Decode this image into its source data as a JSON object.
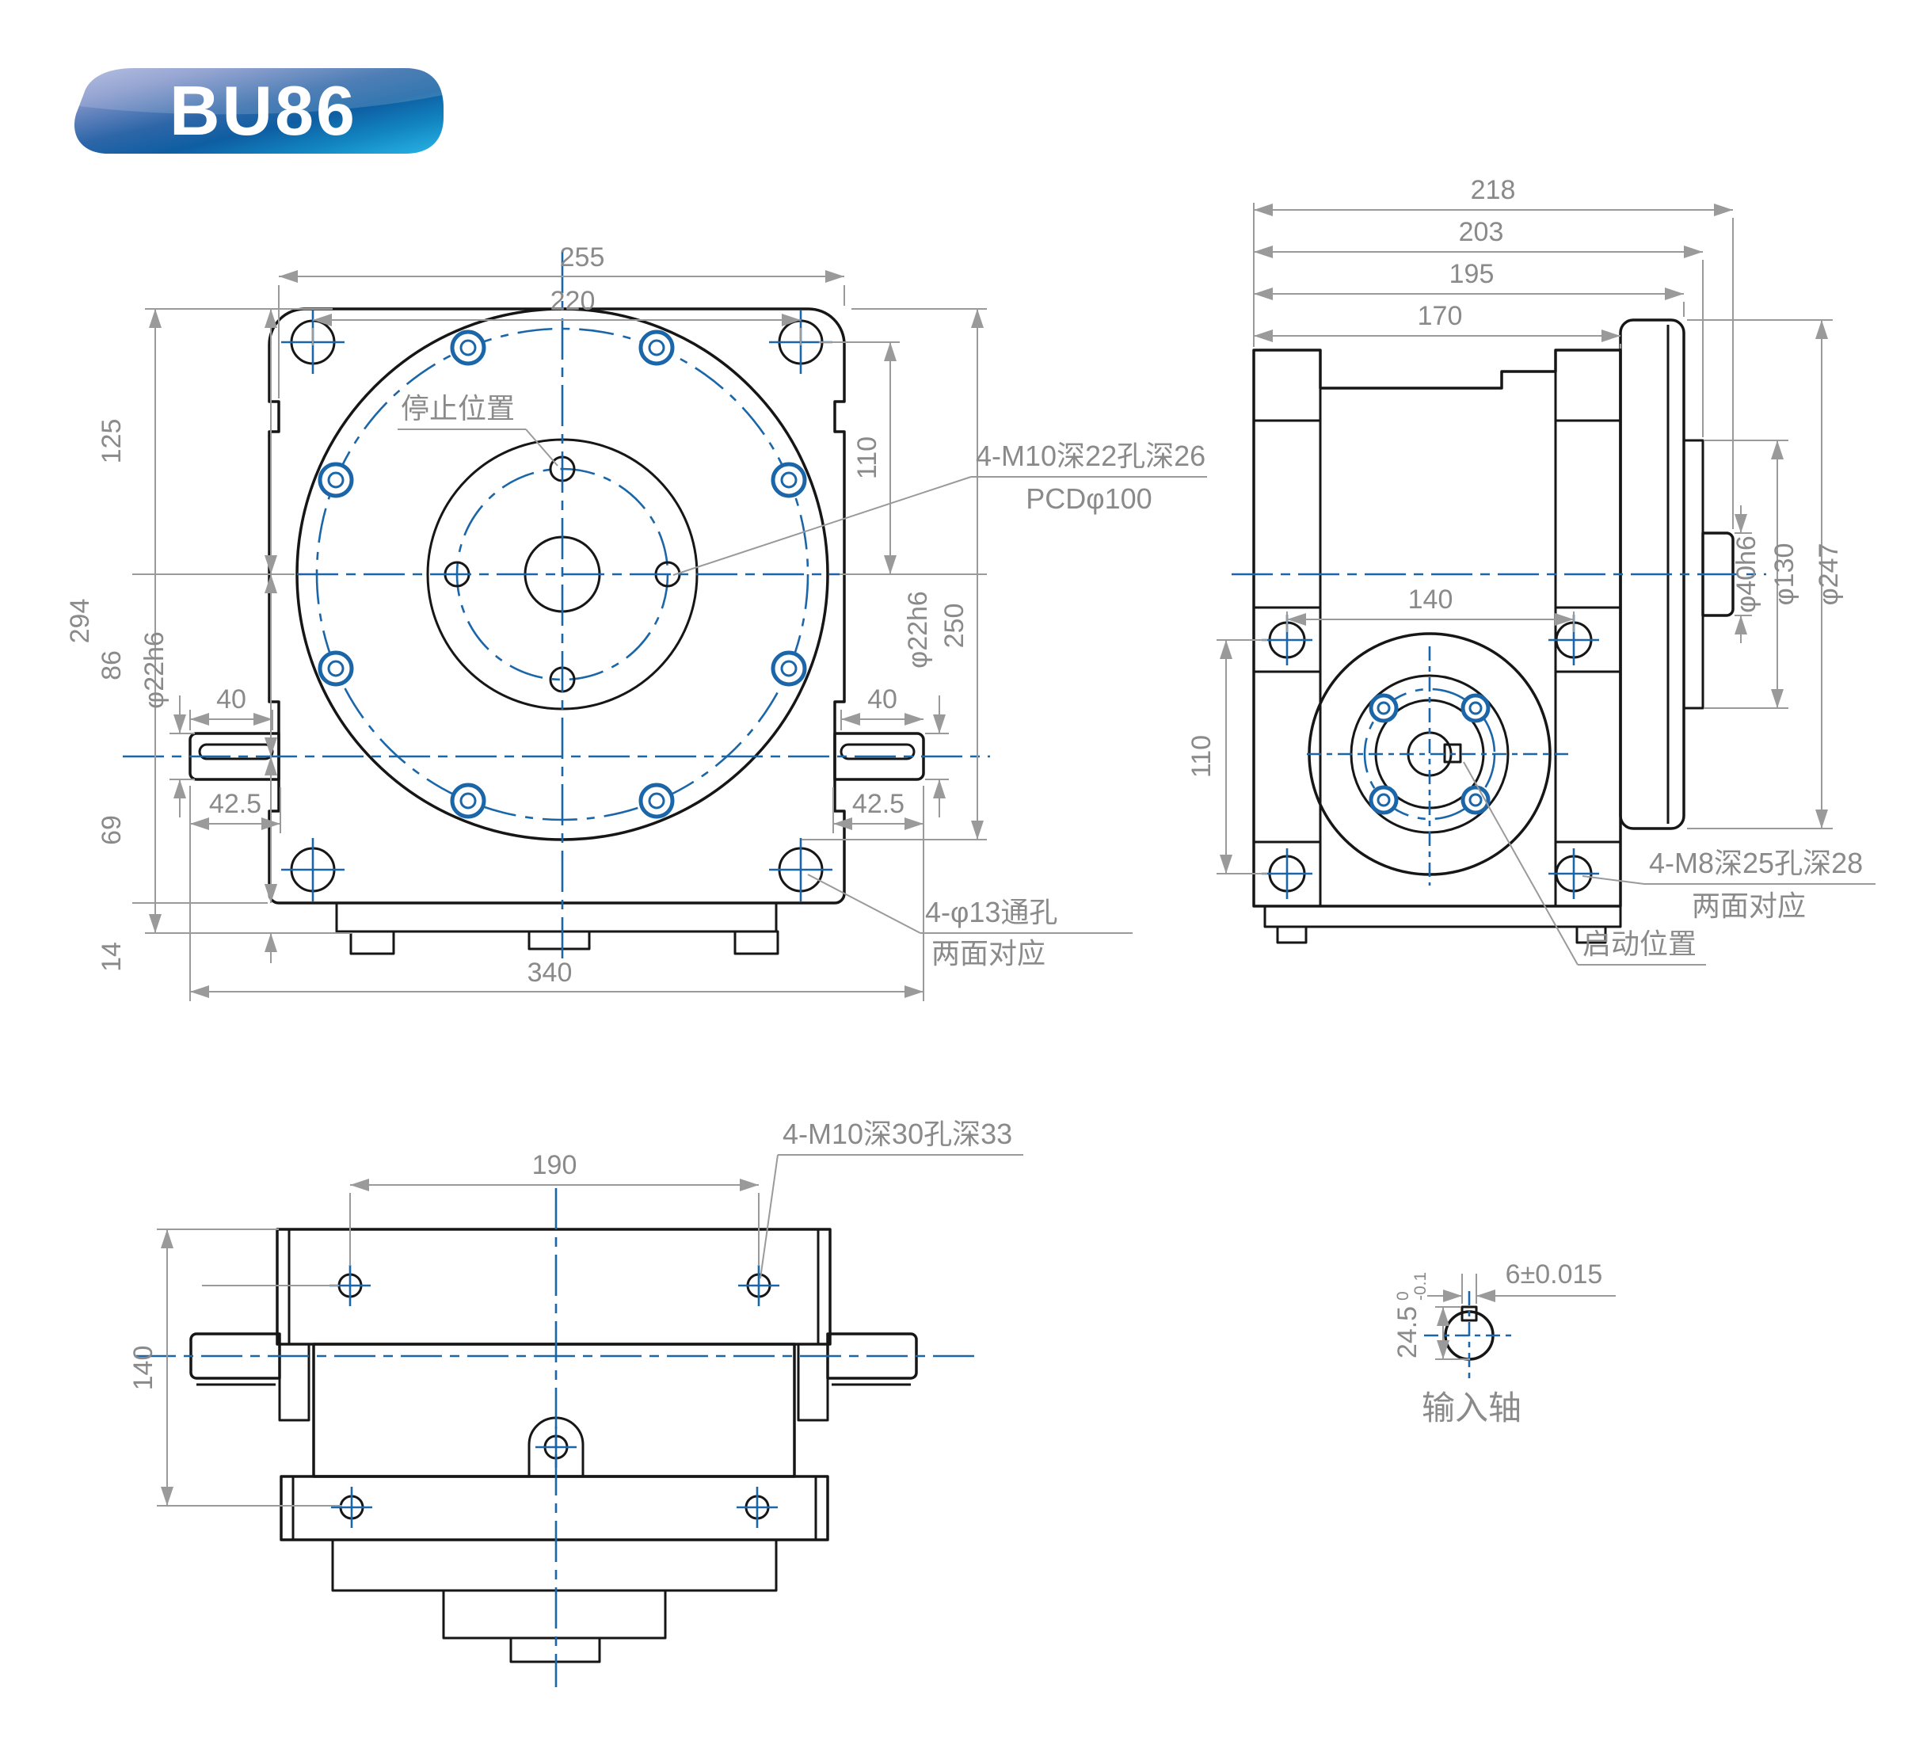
{
  "badge": {
    "label": "BU86"
  },
  "front_view": {
    "labels": {
      "stop_position": "停止位置",
      "m10_line1": "4-M10深22孔深26",
      "m10_line2": "PCDφ100",
      "thru_line1": "4-φ13通孔",
      "thru_line2": "两面对应"
    },
    "dims": {
      "w255": "255",
      "w220": "220",
      "h294": "294",
      "h125": "125",
      "h86": "86",
      "h69": "69",
      "h14": "14",
      "w340": "340",
      "h110": "110",
      "h250": "250",
      "shaft_dia": "φ22h6",
      "key_len": "40",
      "shaft_len": "42.5"
    }
  },
  "side_view": {
    "labels": {
      "m8_line1": "4-M8深25孔深28",
      "m8_line2": "两面对应",
      "start_position": "启动位置"
    },
    "dims": {
      "w218": "218",
      "w203": "203",
      "w195": "195",
      "w170": "170",
      "w140": "140",
      "h110": "110",
      "d40": "φ40h6",
      "d130": "φ130",
      "d247": "φ247"
    }
  },
  "bottom_view": {
    "labels": {
      "m10": "4-M10深30孔深33"
    },
    "dims": {
      "w190": "190",
      "h140": "140"
    }
  },
  "shaft_detail": {
    "label": "输入轴",
    "dims": {
      "key": "6±0.015",
      "dia": "24.5",
      "tol_hi": "0",
      "tol_lo": "-0.1"
    }
  },
  "colors": {
    "outline": "#161616",
    "centerline": "#1b66a8",
    "dimension": "#8a8a8a",
    "body_fill": "#e2ecf7",
    "badge_blue": "#1286c2"
  }
}
